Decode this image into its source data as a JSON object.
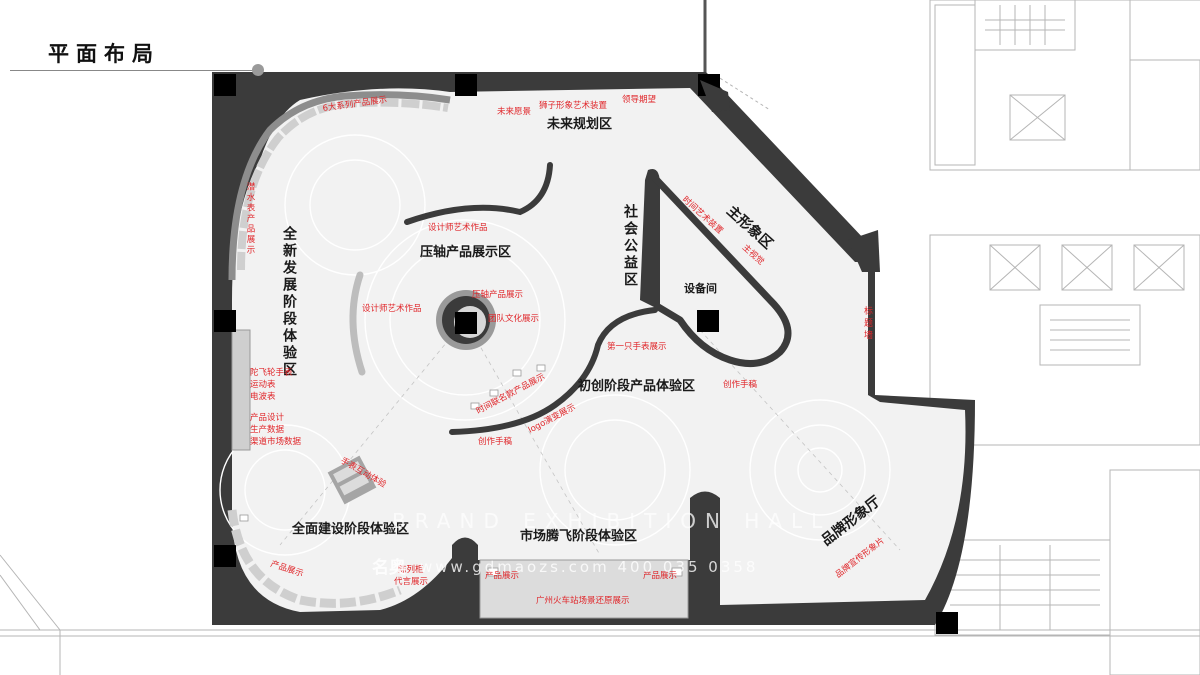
{
  "title": "平面布局",
  "zones": {
    "future_planning": "未来规划区",
    "new_stage": "全新发展阶段体验区",
    "compressor_display": "压轴产品展示区",
    "public_welfare": "社会公益区",
    "main_image": "主形象区",
    "equipment_room": "设备间",
    "startup_stage": "初创阶段产品体验区",
    "construction_stage": "全面建设阶段体验区",
    "market_takeoff": "市场腾飞阶段体验区",
    "brand_hall": "品牌形象厅",
    "title_wall": "标题墙"
  },
  "annotations": {
    "six_series": "6大系列产品展示",
    "future_vision": "未来愿景",
    "lion_art": "狮子形象艺术装置",
    "leader_expect": "领导期望",
    "diving_watch": "潜水表产品展示",
    "designer_art_top": "设计师艺术作品",
    "designer_art_left": "设计师艺术作品",
    "compressor_products": "压轴产品展示",
    "team_culture": "团队文化展示",
    "time_art": "时间艺术装置",
    "main_poster": "主视觉",
    "first_watch": "第一只手表展示",
    "joint_products": "时间联名款产品展示",
    "logo_evolution": "logo演变展示",
    "creation_draft_left": "创作手稿",
    "creation_draft_right": "创作手稿",
    "gyro_watch": "陀飞轮手表",
    "sports_watch": "运动表",
    "radio_watch": "电波表",
    "product_design": "产品设计",
    "production_data": "生产数据",
    "channel_data": "渠道市场数据",
    "watch_interactive": "手表互动体验",
    "products_left": "产品展示",
    "cabinet_display": "陈列柜",
    "era_display": "代言展示",
    "products_mid_left": "产品展示",
    "products_mid_right": "产品展示",
    "guangzhou_station": "广州火车站场景还原展示",
    "brand_film": "品牌宣传形象片"
  },
  "watermark": {
    "brand_line": "BRAND EXHIBITION HALL",
    "logo": "名奥",
    "contact": "www.gdmaozs.com 400 035 0358"
  },
  "colors": {
    "wall": "#3b3b3b",
    "floor": "#f2f2f2",
    "label_red": "#e0262a",
    "label_dark": "#1a1a1a"
  }
}
